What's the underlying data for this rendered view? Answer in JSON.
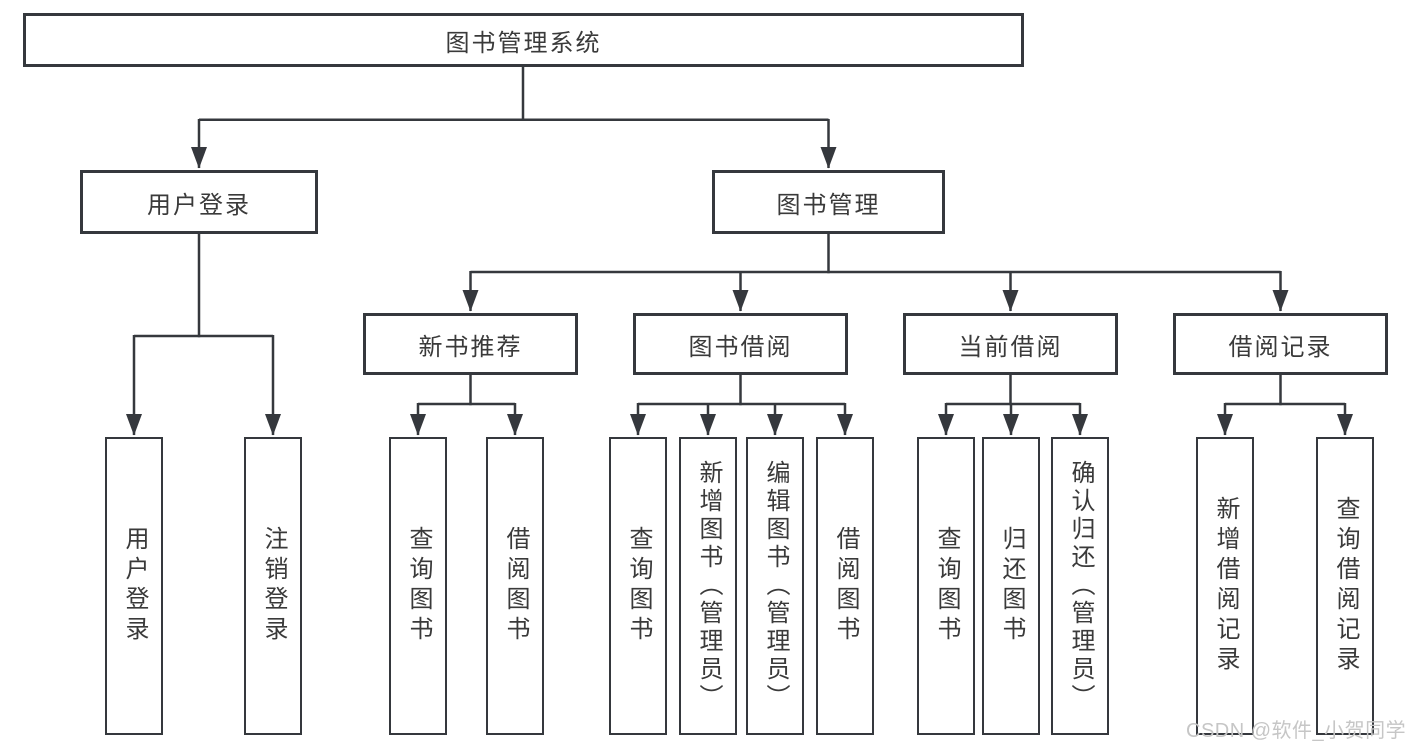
{
  "colors": {
    "background": "#ffffff",
    "line": "#35383d",
    "box_border": "#35383d",
    "text": "#3a3a3a",
    "watermark": "#c6c6c6"
  },
  "chart_type": "hierarchy-diagram",
  "tree": {
    "label": "图书管理系统",
    "children": [
      {
        "label": "用户登录",
        "children": [
          {
            "label": "用户登录"
          },
          {
            "label": "注销登录"
          }
        ]
      },
      {
        "label": "图书管理",
        "children": [
          {
            "label": "新书推荐",
            "children": [
              {
                "label": "查询图书"
              },
              {
                "label": "借阅图书"
              }
            ]
          },
          {
            "label": "图书借阅",
            "children": [
              {
                "label": "查询图书"
              },
              {
                "label": "新增图书（管理员）"
              },
              {
                "label": "编辑图书（管理员）"
              },
              {
                "label": "借阅图书"
              }
            ]
          },
          {
            "label": "当前借阅",
            "children": [
              {
                "label": "查询图书"
              },
              {
                "label": "归还图书"
              },
              {
                "label": "确认归还（管理员）"
              }
            ]
          },
          {
            "label": "借阅记录",
            "children": [
              {
                "label": "新增借阅记录"
              },
              {
                "label": "查询借阅记录"
              }
            ]
          }
        ]
      }
    ]
  },
  "watermark": {
    "text": "CSDN @软件_小贺同学"
  }
}
